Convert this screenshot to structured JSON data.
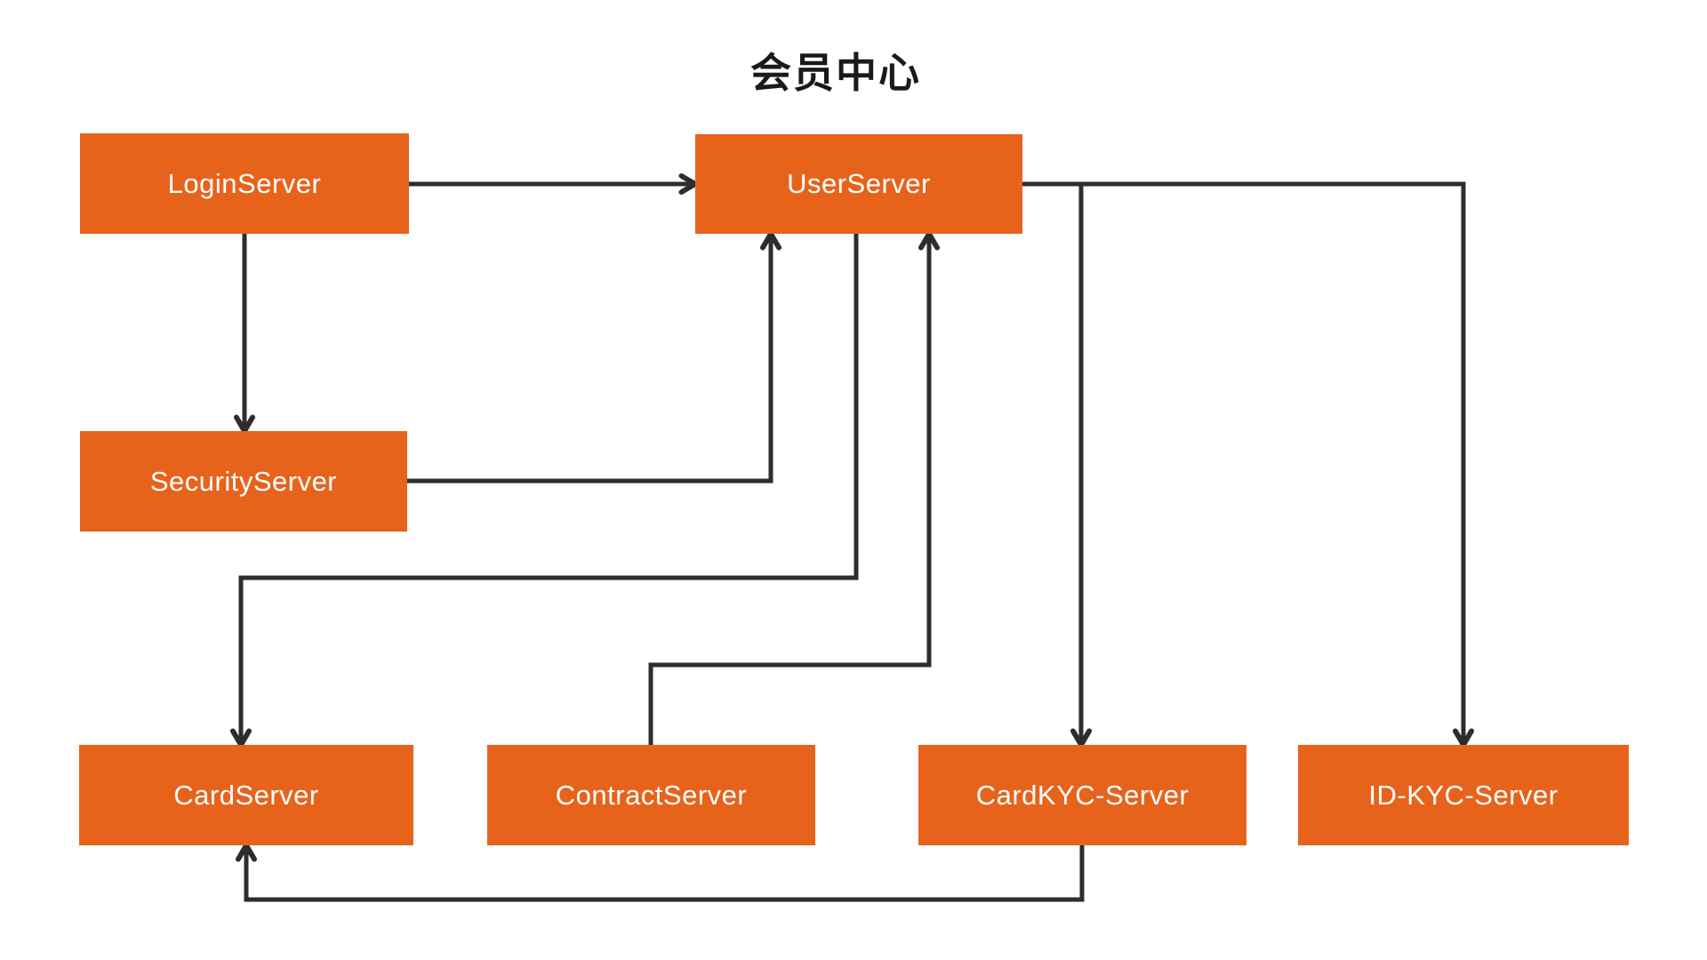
{
  "title": "会员中心",
  "colors": {
    "background": "#ffffff",
    "title_color": "#1a1a1a",
    "node_fill": "#e7631c",
    "node_text": "#ffffff",
    "edge_color": "#2d2d2d"
  },
  "nodes": [
    {
      "id": "login-server",
      "label": "LoginServer"
    },
    {
      "id": "user-server",
      "label": "UserServer"
    },
    {
      "id": "security-server",
      "label": "SecurityServer"
    },
    {
      "id": "card-server",
      "label": "CardServer"
    },
    {
      "id": "contract-server",
      "label": "ContractServer"
    },
    {
      "id": "cardkyc-server",
      "label": "CardKYC-Server"
    },
    {
      "id": "id-kyc-server",
      "label": "ID-KYC-Server"
    }
  ],
  "edges": [
    {
      "from": "LoginServer",
      "to": "UserServer"
    },
    {
      "from": "LoginServer",
      "to": "SecurityServer"
    },
    {
      "from": "SecurityServer",
      "to": "UserServer"
    },
    {
      "from": "UserServer",
      "to": "CardServer"
    },
    {
      "from": "ContractServer",
      "to": "UserServer"
    },
    {
      "from": "UserServer",
      "to": "CardKYC-Server"
    },
    {
      "from": "UserServer",
      "to": "ID-KYC-Server"
    },
    {
      "from": "CardKYC-Server",
      "to": "CardServer"
    }
  ]
}
